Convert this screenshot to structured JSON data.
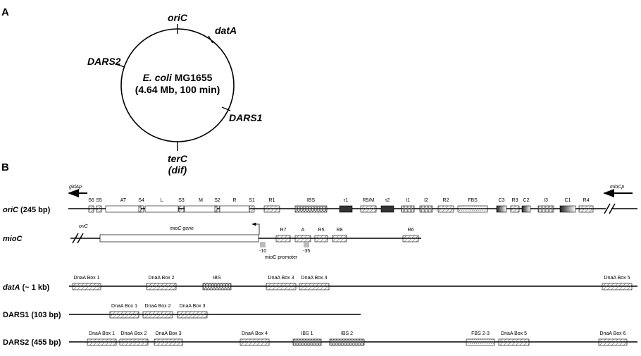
{
  "panels": {
    "a": "A",
    "b": "B"
  },
  "circle": {
    "center_line1_italic": "E. coli",
    "center_line1_rest": " MG1655",
    "center_line2": "(4.64 Mb, 100 min)",
    "sites": {
      "oriC": "oriC",
      "datA": "datA",
      "DARS1": "DARS1",
      "DARS2": "DARS2",
      "terC": "terC",
      "dif": "(dif)"
    }
  },
  "oric_row": {
    "label_italic": "oriC",
    "label_rest": " (245 bp)",
    "left_promoter": "gidAp",
    "right_promoter": "mioCp",
    "boxes": [
      {
        "label": "S6"
      },
      {
        "label": "S5"
      },
      {
        "label": "AT"
      },
      {
        "label": "S4"
      },
      {
        "label": "L"
      },
      {
        "label": "S3"
      },
      {
        "label": "M"
      },
      {
        "label": "S2"
      },
      {
        "label": "R"
      },
      {
        "label": "S1"
      },
      {
        "label": "R1"
      },
      {
        "label": "IBS"
      },
      {
        "label": "τ1"
      },
      {
        "label": "R5/M"
      },
      {
        "label": "τ2"
      },
      {
        "label": "I1"
      },
      {
        "label": "I2"
      },
      {
        "label": "R2"
      },
      {
        "label": "FBS"
      },
      {
        "label": "C3"
      },
      {
        "label": "R3"
      },
      {
        "label": "C2"
      },
      {
        "label": "I3"
      },
      {
        "label": "C1"
      },
      {
        "label": "R4"
      }
    ]
  },
  "mioc_row": {
    "label": "mioC",
    "oric_tag": "oriC",
    "gene": "mioC gene",
    "boxes": [
      {
        "label": "R7"
      },
      {
        "label": "A"
      },
      {
        "label": "R5"
      },
      {
        "label": "R8"
      },
      {
        "label": "R6"
      }
    ],
    "minus10": "-10",
    "minus35": "-35",
    "promoter": "mioC promoter"
  },
  "data_row": {
    "label_italic": "datA",
    "label_rest": " (~ 1 kb)",
    "boxes": [
      {
        "label": "DnaA Box 1"
      },
      {
        "label": "DnaA Box 2"
      },
      {
        "label": "IBS"
      },
      {
        "label": "DnaA Box 3"
      },
      {
        "label": "DnaA Box 4"
      },
      {
        "label": "DnaA Box 5"
      }
    ]
  },
  "dars1_row": {
    "label": "DARS1 (103 bp)",
    "boxes": [
      {
        "label": "DnaA Box 1"
      },
      {
        "label": "DnaA Box 2"
      },
      {
        "label": "DnaA Box 3"
      }
    ]
  },
  "dars2_row": {
    "label": "DARS2 (455 bp)",
    "boxes": [
      {
        "label": "DnaA Box 1"
      },
      {
        "label": "DnaA Box 2"
      },
      {
        "label": "DnaA Box 3"
      },
      {
        "label": "DnaA Box 4"
      },
      {
        "label": "IBS 1"
      },
      {
        "label": "IBS 2"
      },
      {
        "label": "FBS 2-3"
      },
      {
        "label": "DnaA Box 5"
      },
      {
        "label": "DnaA Box 6"
      }
    ]
  }
}
